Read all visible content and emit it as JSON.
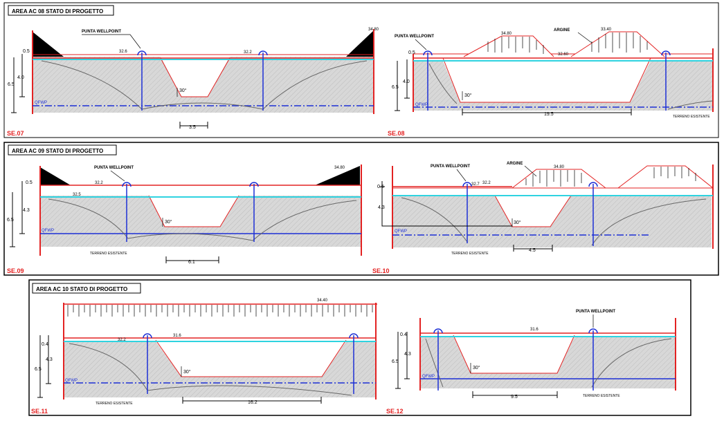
{
  "colors": {
    "red": "#e32222",
    "blue": "#1c2fd6",
    "cyan": "#2fd3e0",
    "soil": "#d6d6d6",
    "black": "#000000",
    "section_label": "#e32222"
  },
  "panels": [
    {
      "title": "AREA AC 08 STATO DI PROGETTO"
    },
    {
      "title": "AREA AC 09 STATO DI PROGETTO"
    },
    {
      "title": "AREA AC 10 STATO DI PROGETTO"
    }
  ],
  "sections": [
    {
      "id": "SE.07",
      "dims": [
        "0.5",
        "4.0",
        "6.5"
      ],
      "levels": [
        "32.6",
        "32.2",
        "34.80"
      ],
      "slope": "30°",
      "width": "3.5",
      "labels": {
        "wellpoint": "PUNTA WELLPOINT",
        "fwp": "QFWP"
      }
    },
    {
      "id": "SE.08",
      "dims": [
        "0.5",
        "4.0",
        "6.5"
      ],
      "levels": [
        "34.80",
        "33.40",
        "32.60"
      ],
      "slope": "30°",
      "width": "19.5",
      "labels": {
        "wellpoint": "PUNTA WELLPOINT",
        "argine": "ARGINE",
        "fwp": "QFWP",
        "terreno": "TERRENO ESISTENTE"
      }
    },
    {
      "id": "SE.09",
      "dims": [
        "0.5",
        "4.3",
        "6.5"
      ],
      "levels": [
        "32.2",
        "32.5",
        "34.80"
      ],
      "slope": "30°",
      "width": "6.1",
      "labels": {
        "wellpoint": "PUNTA WELLPOINT",
        "fwp": "QFWP",
        "terreno": "TERRENO ESISTENTE"
      }
    },
    {
      "id": "SE.10",
      "dims": [
        "0.5",
        "4.3"
      ],
      "levels": [
        "32.7",
        "32.2",
        "34.80"
      ],
      "slope": "30°",
      "width": "4.5",
      "labels": {
        "wellpoint": "PUNTA WELLPOINT",
        "argine": "ARGINE",
        "fwp": "QFWP",
        "terreno": "TERRENO ESISTENTE"
      }
    },
    {
      "id": "SE.11",
      "dims": [
        "0.4",
        "4.3",
        "6.5"
      ],
      "levels": [
        "34.40",
        "31.6",
        "32.2"
      ],
      "slope": "30°",
      "width": "16.2",
      "labels": {
        "fwp": "QFWP",
        "terreno": "TERRENO ESISTENTE"
      }
    },
    {
      "id": "SE.12",
      "dims": [
        "0.4",
        "4.3",
        "6.5"
      ],
      "levels": [
        "31.6"
      ],
      "slope": "30°",
      "width": "9.5",
      "labels": {
        "wellpoint": "PUNTA WELLPOINT",
        "fwp": "QFWP",
        "terreno": "TERRENO ESISTENTE"
      }
    }
  ]
}
